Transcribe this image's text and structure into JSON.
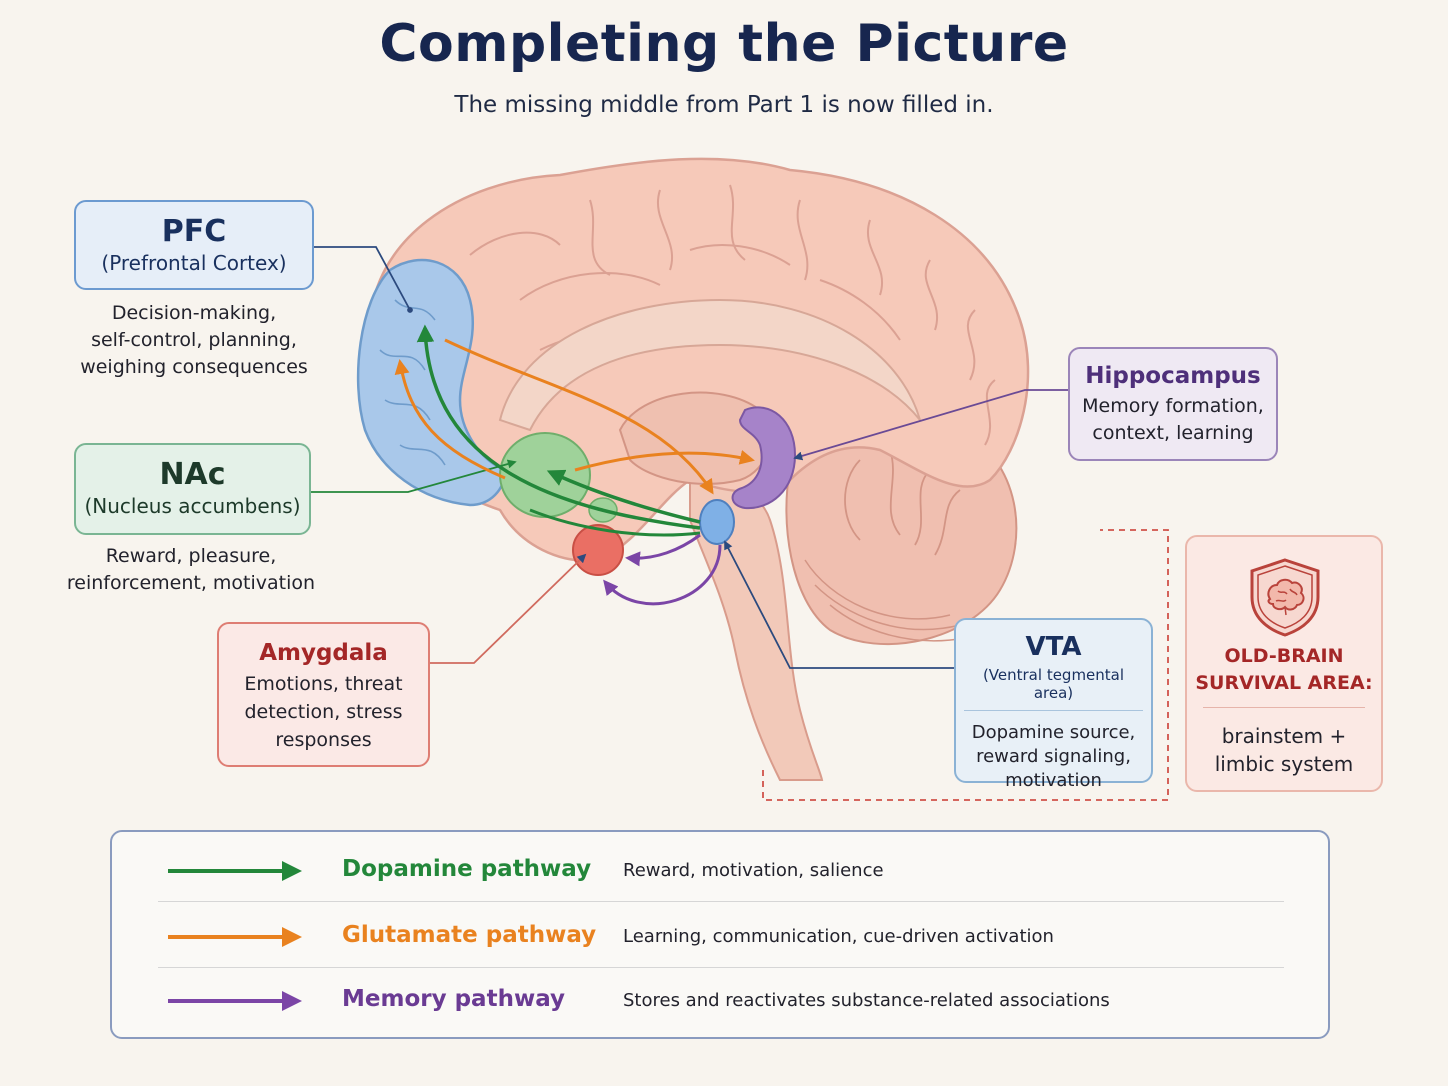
{
  "title": "Completing the Picture",
  "subtitle": "The missing middle from Part 1 is now filled in.",
  "regions": {
    "pfc": {
      "name": "PFC",
      "full_name": "(Prefrontal Cortex)",
      "description": [
        "Decision-making,",
        "self-control, planning,",
        "weighing consequences"
      ],
      "color": "#a9c8ea"
    },
    "nac": {
      "name": "NAc",
      "full_name": "(Nucleus accumbens)",
      "description": [
        "Reward, pleasure,",
        "reinforcement, motivation"
      ],
      "color": "#9fd29a"
    },
    "amygdala": {
      "name": "Amygdala",
      "description": [
        "Emotions, threat",
        "detection, stress",
        "responses"
      ],
      "color": "#ea6f64"
    },
    "hippocampus": {
      "name": "Hippocampus",
      "description": [
        "Memory formation,",
        "context, learning"
      ],
      "color": "#a683c9"
    },
    "vta": {
      "name": "VTA",
      "full_name": "(Ventral tegmental area)",
      "description": [
        "Dopamine source,",
        "reward signaling,",
        "motivation"
      ],
      "color": "#7fb0e6"
    }
  },
  "old_brain": {
    "label": [
      "OLD-BRAIN",
      "SURVIVAL AREA:"
    ],
    "description": [
      "brainstem +",
      "limbic system"
    ],
    "icon": "brain-shield-icon"
  },
  "legend": [
    {
      "name": "Dopamine pathway",
      "description": "Reward, motivation, salience",
      "color": "#23873a"
    },
    {
      "name": "Glutamate pathway",
      "description": "Learning, communication, cue-driven activation",
      "color": "#e9821f"
    },
    {
      "name": "Memory pathway",
      "description": "Stores and reactivates substance-related associations",
      "color": "#7b45a6"
    }
  ]
}
